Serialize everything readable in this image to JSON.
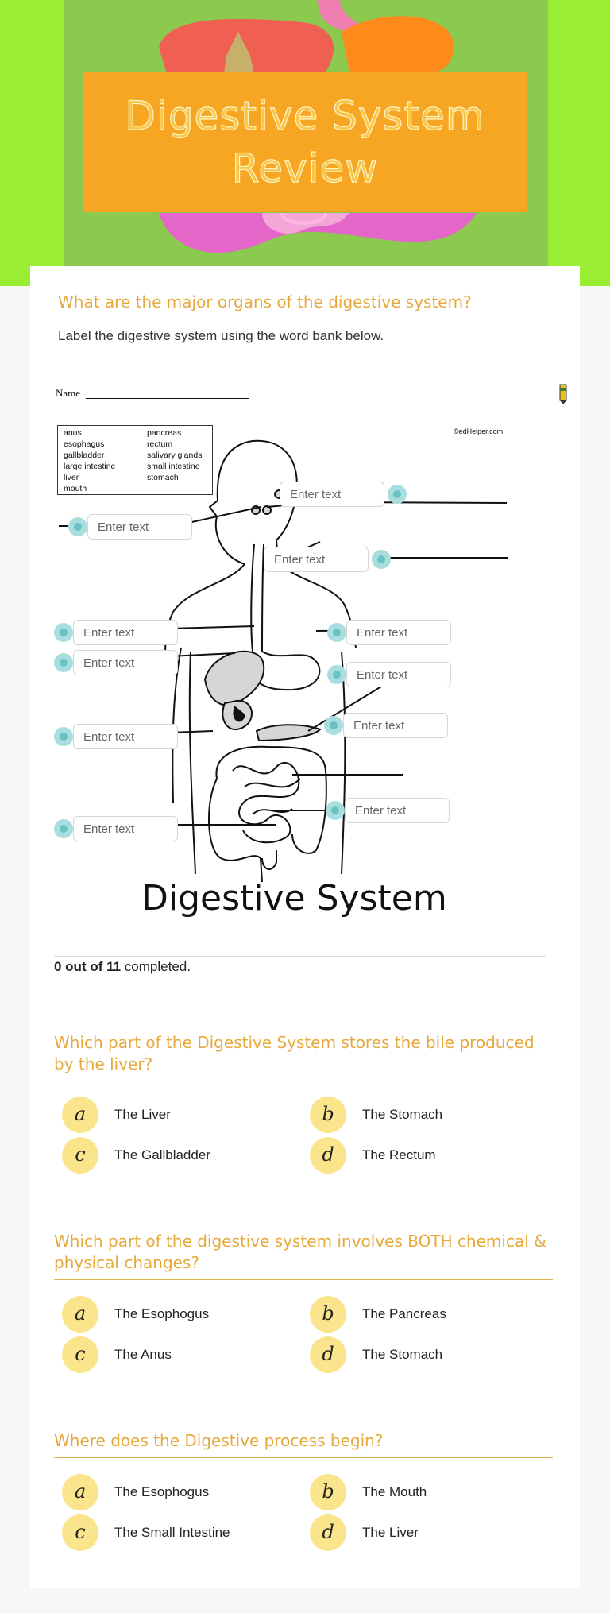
{
  "header": {
    "title_line1": "Digestive System",
    "title_line2": "Review"
  },
  "q1": {
    "title": "What are the major organs of the digestive system?",
    "instruction": "Label the digestive system using the word bank below.",
    "worksheet": {
      "name_label": "Name",
      "copyright": "©edHelper.com",
      "word_bank_col1": [
        "anus",
        "esophagus",
        "gallbladder",
        "large intestine",
        "liver",
        "mouth"
      ],
      "word_bank_col2": [
        "pancreas",
        "rectum",
        "salivary glands",
        "small intestine",
        "stomach"
      ],
      "caption": "Digestive System"
    },
    "input_placeholder": "Enter text",
    "progress": {
      "done_text": "0 out of 11",
      "suffix": " completed."
    }
  },
  "q2": {
    "title": "Which part of the Digestive System stores the bile produced by the liver?",
    "options": [
      {
        "letter": "a",
        "label": "The Liver"
      },
      {
        "letter": "b",
        "label": "The Stomach"
      },
      {
        "letter": "c",
        "label": "The Gallbladder"
      },
      {
        "letter": "d",
        "label": "The Rectum"
      }
    ]
  },
  "q3": {
    "title": "Which part of the digestive system involves BOTH chemical & physical changes?",
    "options": [
      {
        "letter": "a",
        "label": "The Esophogus"
      },
      {
        "letter": "b",
        "label": "The Pancreas"
      },
      {
        "letter": "c",
        "label": "The Anus"
      },
      {
        "letter": "d",
        "label": "The Stomach"
      }
    ]
  },
  "q4": {
    "title": "Where does the Digestive process begin?",
    "options": [
      {
        "letter": "a",
        "label": "The Esophogus"
      },
      {
        "letter": "b",
        "label": "The Mouth"
      },
      {
        "letter": "c",
        "label": "The Small Intestine"
      },
      {
        "letter": "d",
        "label": "The Liver"
      }
    ]
  },
  "colors": {
    "accent": "#e6a93a",
    "title_box": "#f6a623",
    "hero_green": "#99ee33",
    "badge": "#fbe58c",
    "hotspot": "#a8dede"
  }
}
